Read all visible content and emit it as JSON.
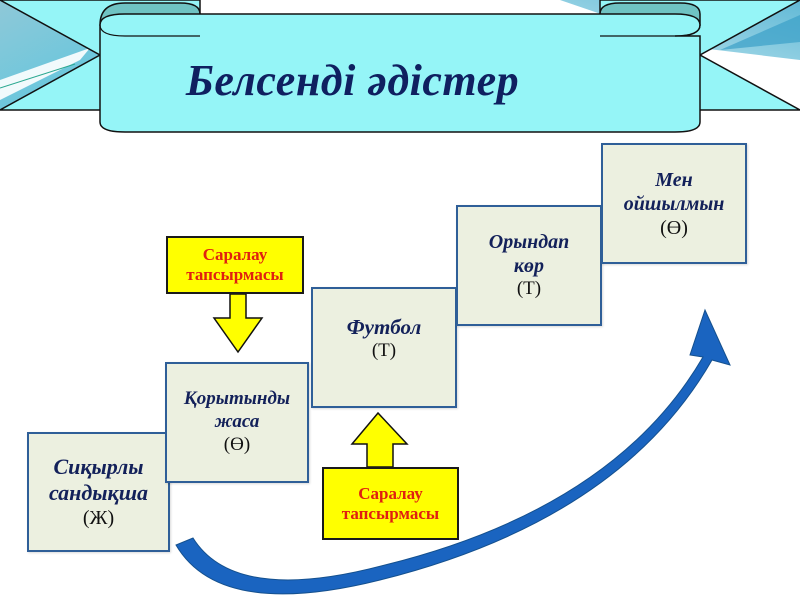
{
  "title": "Белсенді әдістер",
  "colors": {
    "banner_fill": "#95f5f7",
    "banner_fold": "#6fc3c3",
    "title_text": "#0f2060",
    "box_fill": "#ecf0e0",
    "box_border": "#2f5f98",
    "box_text": "#13215a",
    "callout_fill": "#ffff00",
    "callout_text": "#e02010",
    "arrow_blue": "#1a64c0"
  },
  "steps": [
    {
      "name_line1": "Сиқырлы",
      "name_line2": "сандықша",
      "code": "(Ж)"
    },
    {
      "name_line1": "Қорытынды",
      "name_line2": "жаса",
      "code": "(Ө)"
    },
    {
      "name_line1": "Футбол",
      "name_line2": "",
      "code": "(Т)"
    },
    {
      "name_line1": "Орындап",
      "name_line2": "көр",
      "code": "(Т)"
    },
    {
      "name_line1": "Мен",
      "name_line2": "ойшылмын",
      "code": "(Ө)"
    }
  ],
  "callouts": [
    {
      "line1": "Саралау",
      "line2": "тапсырмасы",
      "direction": "down",
      "target_step": 2
    },
    {
      "line1": "Саралау",
      "line2": "тапсырмасы",
      "direction": "up",
      "target_step": 3
    }
  ]
}
